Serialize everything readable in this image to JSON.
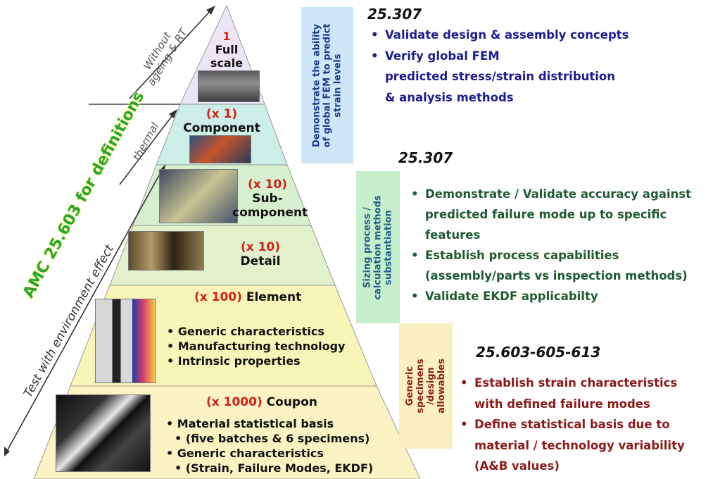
{
  "pyramid": {
    "levels": [
      {
        "key": "full",
        "qty": "1",
        "name_line1": "Full",
        "name_line2": "scale"
      },
      {
        "key": "component",
        "qty": "(x 1)",
        "name": "Component"
      },
      {
        "key": "sub",
        "qty": "(x 10)",
        "name_line1": "Sub-",
        "name_line2": "component"
      },
      {
        "key": "detail",
        "qty": "(x 10)",
        "name": "Detail"
      },
      {
        "key": "element",
        "qty": "(x 100)",
        "name": "Element",
        "bullets": [
          "Generic characteristics",
          "Manufacturing technology",
          "Intrinsic properties"
        ]
      },
      {
        "key": "coupon",
        "qty": "(x  1000)",
        "name": "Coupon",
        "bullets": [
          "Material statistical basis",
          "(five batches & 6 specimens)",
          "Generic characteristics",
          "(Strain, Failure Modes, EKDF)"
        ]
      }
    ],
    "colors": {
      "full": "#ece6f4",
      "component": "#cdeee6",
      "sub": "#d6f0cf",
      "detail": "#e2f1cc",
      "element": "#f7f5b8",
      "coupon": "#fbf3c4",
      "qty_red": "#d1201c"
    }
  },
  "side_labels": {
    "amc": "AMC 25.603 for definitions",
    "test_env": "Test with environment effect",
    "without_ageing_1": "Without",
    "without_ageing_2": "ageing & RT",
    "thermal": "thermal"
  },
  "vertical_boxes": {
    "global_fem": [
      "Demonstrate the ability",
      "of global FEM to predict",
      "strain levels"
    ],
    "sizing": [
      "Sizing process /",
      "calculation methods",
      "substantiation"
    ],
    "generic": [
      "Generic",
      "specimens",
      "/design",
      "allowables"
    ]
  },
  "sections": [
    {
      "title": "25.307",
      "color": "#1d1d8f",
      "items": [
        [
          "Validate design & assembly concepts"
        ],
        [
          "Verify global FEM",
          "predicted stress/strain distribution",
          "& analysis methods"
        ]
      ]
    },
    {
      "title": "25.307",
      "color": "#1f5a32",
      "items": [
        [
          "Demonstrate / Validate accuracy against",
          "predicted failure mode up to specific",
          "features"
        ],
        [
          "Establish process capabilities",
          "(assembly/parts vs inspection methods)"
        ],
        [
          "Validate EKDF applicabilty"
        ]
      ]
    },
    {
      "title": "25.603-605-613",
      "color": "#8b1a1a",
      "items": [
        [
          "Establish strain characteristics",
          "with defined failure modes"
        ],
        [
          "Define statistical basis due to",
          "material / technology variability",
          "(A&B values)"
        ]
      ]
    }
  ],
  "photos": {
    "full": "full-scale-aircraft-photo",
    "component": "component-test-photo",
    "sub": "subcomponent-test-photo",
    "detail": "detail-panel-photo",
    "element": "element-specimens-photo",
    "coupon": "coupon-specimens-photo"
  }
}
